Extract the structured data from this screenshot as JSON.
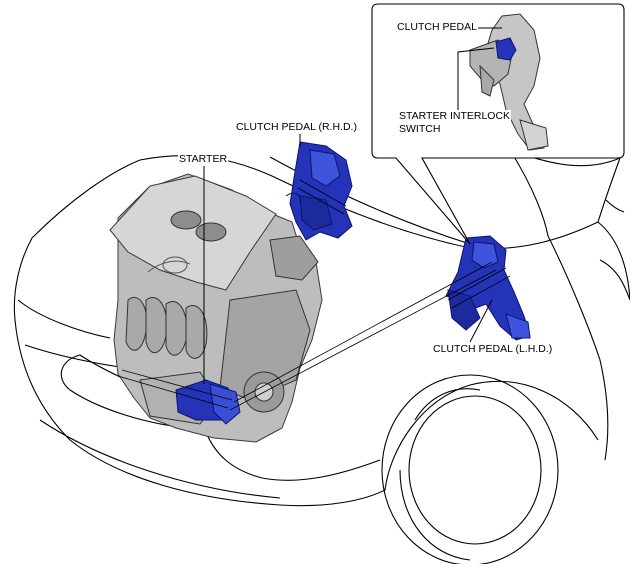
{
  "labels": {
    "starter": "STARTER",
    "clutch_pedal_rhd": "CLUTCH PEDAL (R.H.D.)",
    "clutch_pedal_lhd": "CLUTCH PEDAL (L.H.D.)",
    "inset_clutch_pedal": "CLUTCH PEDAL",
    "starter_interlock_switch_line1": "STARTER INTERLOCK",
    "starter_interlock_switch_line2": "SWITCH"
  },
  "colors": {
    "highlight_component": "#2433b8",
    "engine_gray": "#b9b9b9",
    "line": "#000000"
  }
}
